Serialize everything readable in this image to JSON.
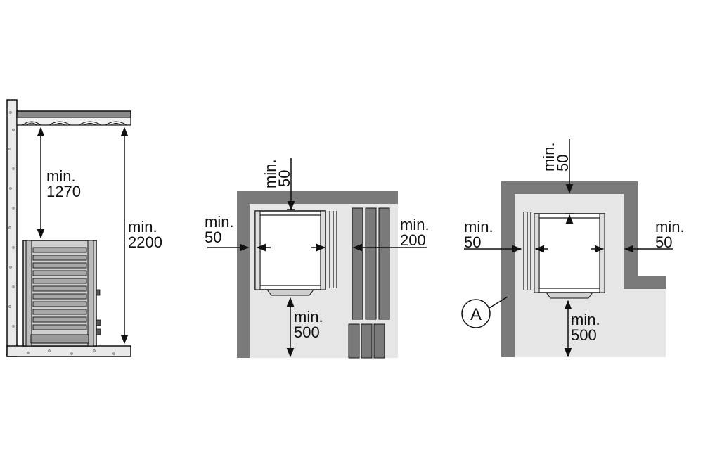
{
  "colors": {
    "wall": "#7a7a7a",
    "floor_area": "#e6e6e6",
    "line": "#111111",
    "heater_fill": "#ffffff",
    "heater_panel": "#d9d9d9",
    "concrete": "#e9e9e9"
  },
  "side_view": {
    "ceiling_gap": {
      "prefix": "min.",
      "value": "1270"
    },
    "total_height": {
      "prefix": "min.",
      "value": "2200"
    }
  },
  "plan_a": {
    "back_gap": {
      "prefix": "min.",
      "value": "50"
    },
    "side_gap": {
      "prefix": "min.",
      "value": "50"
    },
    "bench_gap": {
      "prefix": "min.",
      "value": "200"
    },
    "front_gap": {
      "prefix": "min.",
      "value": "500"
    }
  },
  "plan_b": {
    "back_gap": {
      "prefix": "min.",
      "value": "50"
    },
    "left_gap": {
      "prefix": "min.",
      "value": "50"
    },
    "right_gap": {
      "prefix": "min.",
      "value": "50"
    },
    "front_gap": {
      "prefix": "min.",
      "value": "500"
    },
    "callout": "A"
  }
}
